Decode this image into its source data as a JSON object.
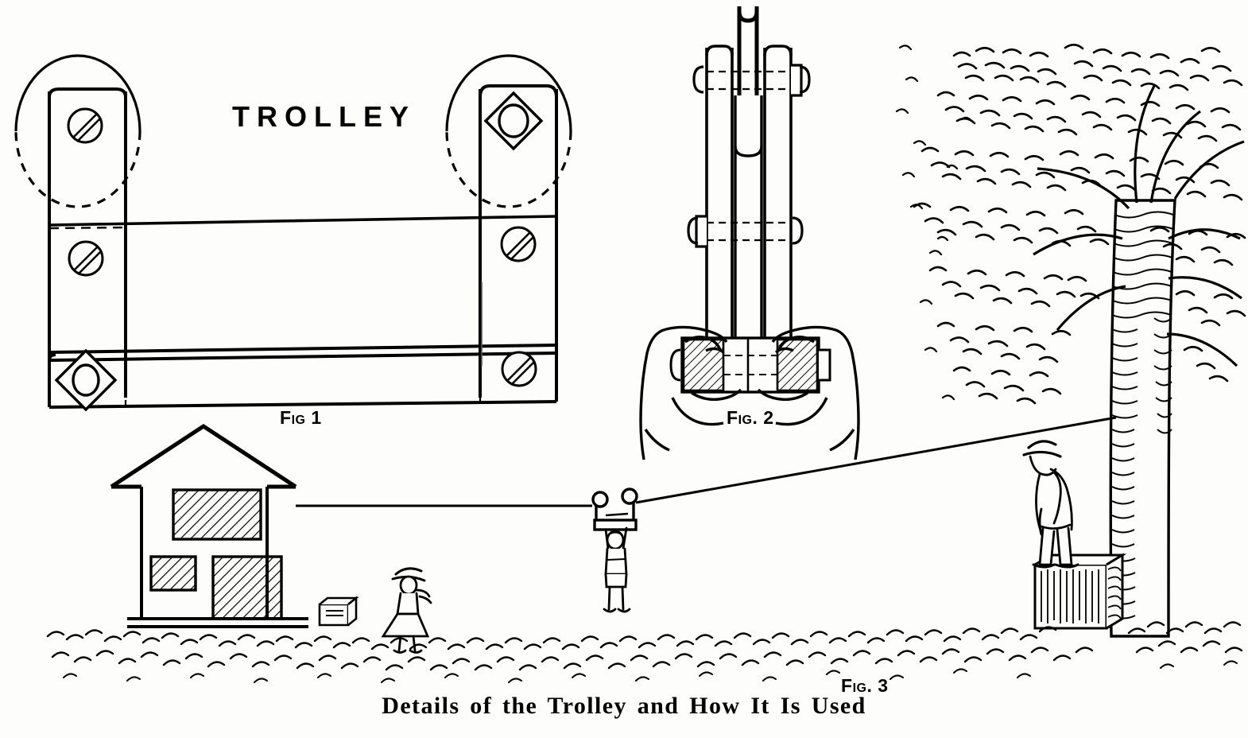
{
  "figure": {
    "caption": "Details of the Trolley and How It Is Used",
    "title_label": "TROLLEY",
    "fig1_prefix": "F",
    "fig1_small": "IG",
    "fig1_number": " 1",
    "fig2_prefix": "F",
    "fig2_small": "IG",
    "fig2_number": ". 2",
    "fig3_prefix": "F",
    "fig3_small": "IG",
    "fig3_number": ". 3",
    "ink_color": "#000000",
    "paper_color": "#fdfdfb"
  },
  "fig1": {
    "name": "Fig 1",
    "description": "Assembled trolley frame: two vertical side straps bolted to a horizontal cross bar, with two grooved pulley sheaves shown in dashed outline behind the straps.",
    "parts": [
      {
        "name": "left-pulley-sheave",
        "detail": "dashed circle outline"
      },
      {
        "name": "right-pulley-sheave",
        "detail": "dashed circle outline"
      },
      {
        "name": "left-side-strap",
        "detail": "vertical metal strap"
      },
      {
        "name": "right-side-strap",
        "detail": "vertical metal strap"
      },
      {
        "name": "cross-bar",
        "detail": "horizontal handle bar"
      },
      {
        "name": "slotted-screw",
        "count": 4
      },
      {
        "name": "diamond-washer",
        "count": 2
      }
    ]
  },
  "fig2": {
    "name": "Fig. 2",
    "description": "End view of the trolley held in two hands, showing the hatched sectioned axle block, bolts and the cable groove at the top."
  },
  "fig3": {
    "name": "Fig. 3",
    "description": "Scene: a cable runs from the gable of a house down to a tree; a boy rides the trolley hanging by his hands, a girl watches from the grass, and a man in a hat stands on a wooden block at the tree end.",
    "scene_items": [
      {
        "name": "house",
        "detail": "gable-roofed barn-like house with hatched windows and door"
      },
      {
        "name": "small-crate",
        "detail": "box on the ground beside the house"
      },
      {
        "name": "girl",
        "detail": "girl in hat and dress standing in the grass"
      },
      {
        "name": "boy-on-trolley",
        "detail": "boy hanging from the trolley handle"
      },
      {
        "name": "trolley-on-cable",
        "detail": "trolley riding the cable"
      },
      {
        "name": "man",
        "detail": "man in hat standing on a wooden block"
      },
      {
        "name": "tree",
        "detail": "large leafy tree anchoring the cable"
      },
      {
        "name": "cable",
        "detail": "taut wire from house eave to tree trunk"
      }
    ]
  }
}
